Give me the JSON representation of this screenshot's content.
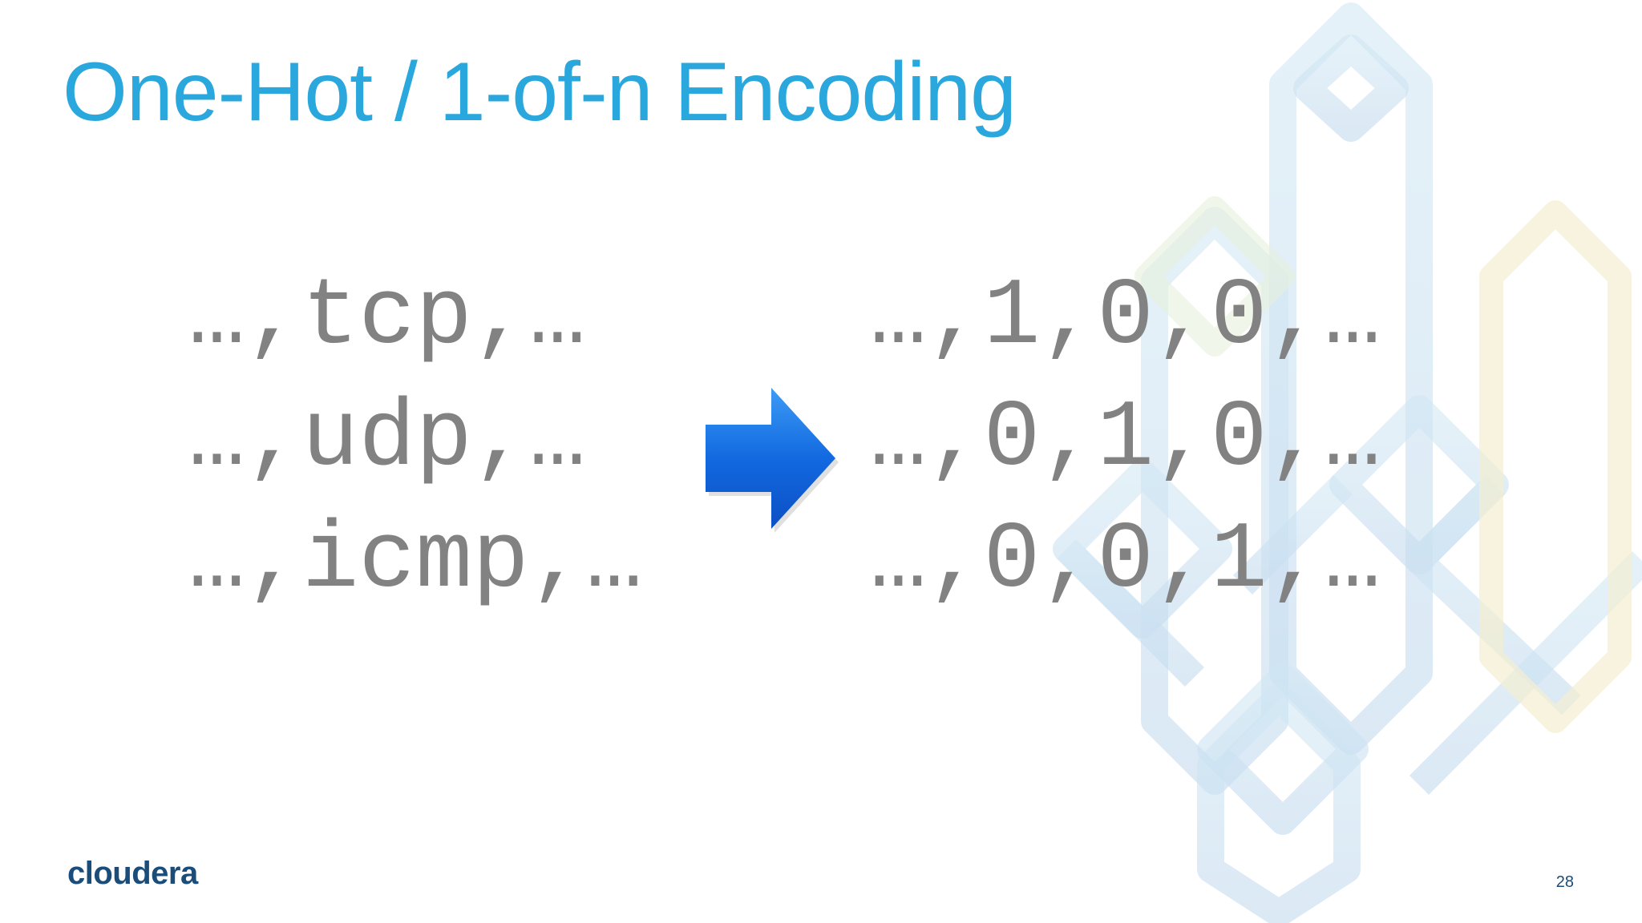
{
  "slide": {
    "title": "One-Hot / 1-of-n Encoding",
    "page_number": "28",
    "logo_text": "cloudera"
  },
  "left_lines": [
    "…,tcp,…",
    "…,udp,…",
    "…,icmp,…"
  ],
  "right_lines": [
    "…,1,0,0,…",
    "…,0,1,0,…",
    "…,0,0,1,…"
  ],
  "icons": {
    "arrow": "right-arrow-icon",
    "watermark": "hexagon-pattern-watermark"
  },
  "colors": {
    "title": "#2aa7dc",
    "body_text": "#828282",
    "arrow": "#1a6fe0",
    "logo": "#1a4d7a"
  }
}
